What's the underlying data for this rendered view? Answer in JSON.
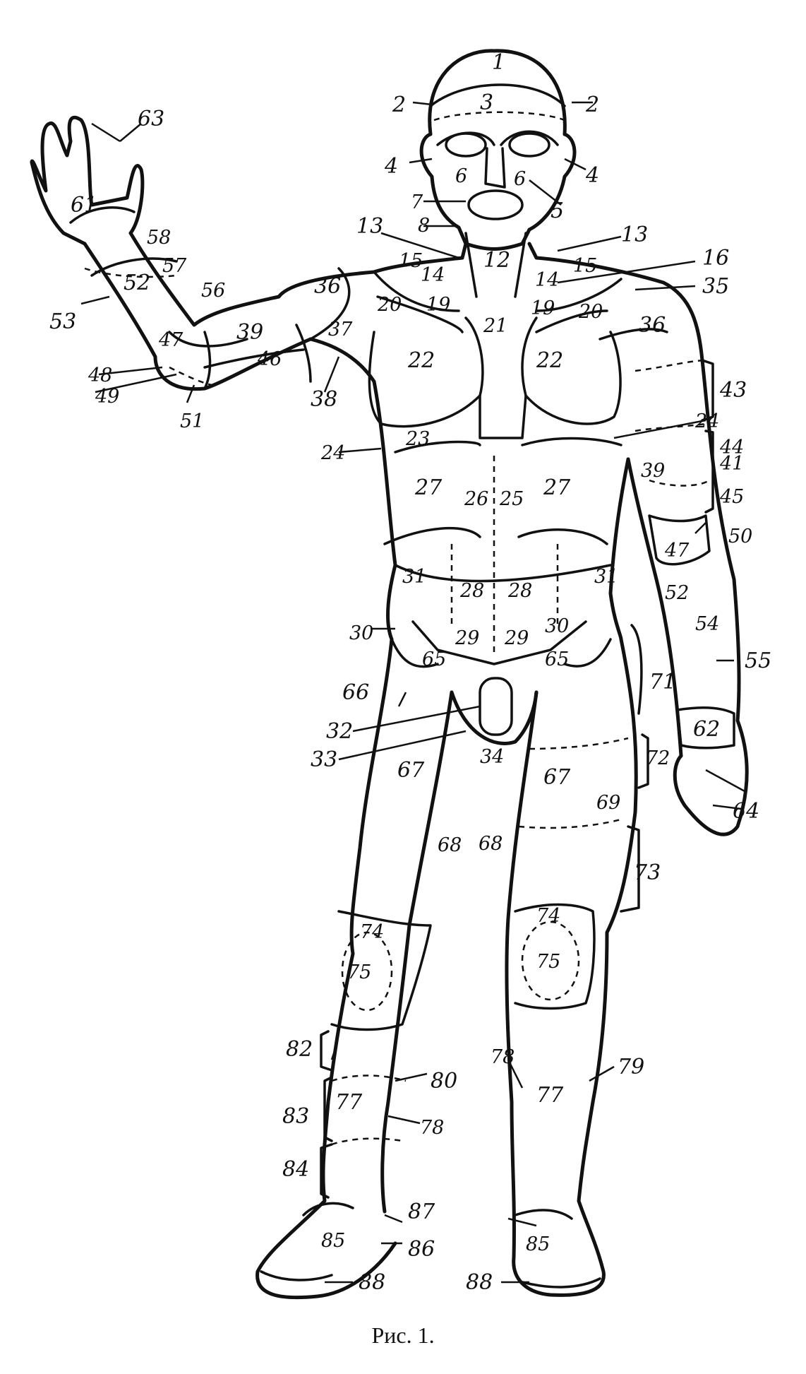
{
  "caption": "Рис. 1.",
  "labels": [
    "1",
    "2",
    "2",
    "3",
    "4",
    "4",
    "5",
    "6",
    "6",
    "7",
    "8",
    "12",
    "13",
    "13",
    "14",
    "14",
    "15",
    "15",
    "16",
    "19",
    "19",
    "20",
    "20",
    "21",
    "22",
    "22",
    "23",
    "24",
    "24",
    "25",
    "26",
    "27",
    "27",
    "28",
    "28",
    "29",
    "29",
    "30",
    "30",
    "31",
    "31",
    "32",
    "33",
    "34",
    "35",
    "36",
    "36",
    "37",
    "38",
    "39",
    "39",
    "41",
    "43",
    "44",
    "45",
    "46",
    "47",
    "47",
    "48",
    "49",
    "50",
    "51",
    "52",
    "52",
    "53",
    "54",
    "55",
    "56",
    "57",
    "58",
    "61",
    "62",
    "63",
    "64",
    "65",
    "65",
    "66",
    "67",
    "67",
    "68",
    "68",
    "69",
    "71",
    "72",
    "73",
    "74",
    "74",
    "75",
    "75",
    "77",
    "77",
    "78",
    "78",
    "79",
    "80",
    "82",
    "83",
    "84",
    "85",
    "85",
    "86",
    "87",
    "88",
    "88"
  ]
}
